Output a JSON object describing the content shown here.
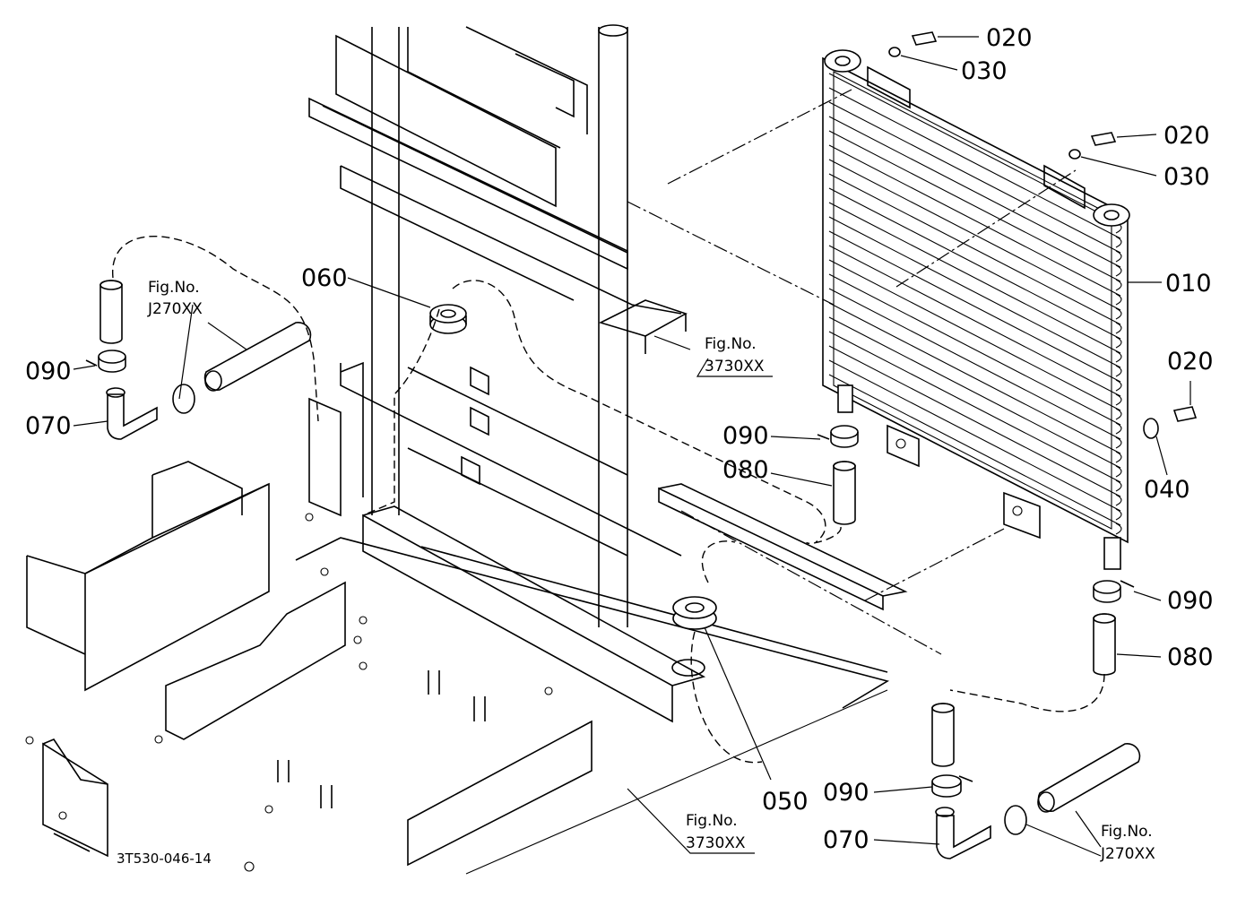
{
  "diagram": {
    "drawing_code": "3T530-046-14",
    "part_labels": [
      {
        "id": "l020a",
        "text": "020"
      },
      {
        "id": "l030a",
        "text": "030"
      },
      {
        "id": "l020b",
        "text": "020"
      },
      {
        "id": "l030b",
        "text": "030"
      },
      {
        "id": "l010",
        "text": "010"
      },
      {
        "id": "l020c",
        "text": "020"
      },
      {
        "id": "l040",
        "text": "040"
      },
      {
        "id": "l090a",
        "text": "090"
      },
      {
        "id": "l080a",
        "text": "080"
      },
      {
        "id": "l090b",
        "text": "090"
      },
      {
        "id": "l080b",
        "text": "080"
      },
      {
        "id": "l060",
        "text": "060"
      },
      {
        "id": "l090c",
        "text": "090"
      },
      {
        "id": "l070a",
        "text": "070"
      },
      {
        "id": "l050",
        "text": "050"
      },
      {
        "id": "l090d",
        "text": "090"
      },
      {
        "id": "l070b",
        "text": "070"
      }
    ],
    "figure_refs": [
      {
        "id": "f1",
        "line1": "Fig.No.",
        "line2": "J270XX"
      },
      {
        "id": "f2",
        "line1": "Fig.No.",
        "line2": "3730XX"
      },
      {
        "id": "f3",
        "line1": "Fig.No.",
        "line2": "3730XX"
      },
      {
        "id": "f4",
        "line1": "Fig.No.",
        "line2": "J270XX"
      }
    ]
  }
}
